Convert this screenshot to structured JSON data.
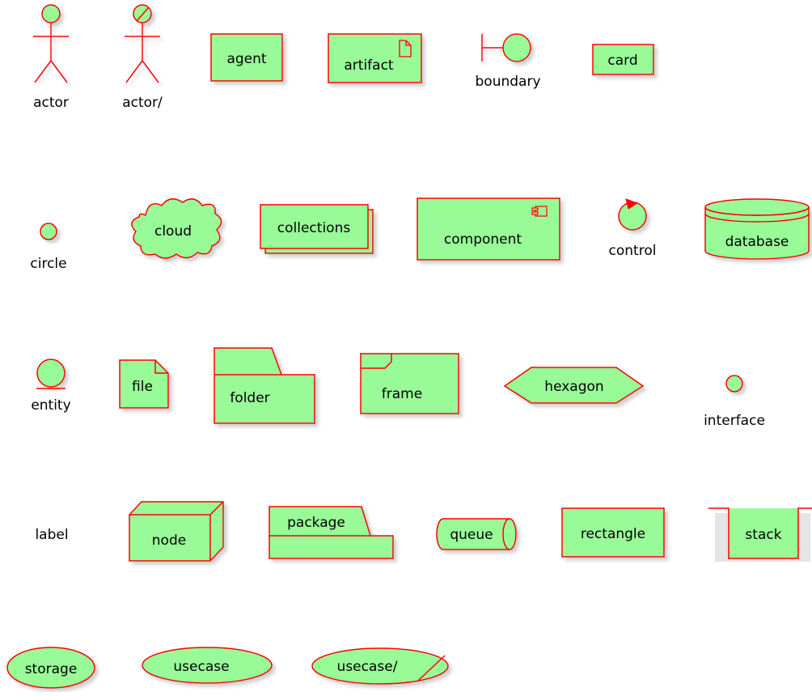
{
  "colors": {
    "fill": "#98fb98",
    "stroke": "#ff0000",
    "text": "#000000",
    "shadow": "#c8c8c8",
    "background": "#ffffff"
  },
  "labels": {
    "actor": "actor",
    "actor_business": "actor/",
    "agent": "agent",
    "artifact": "artifact",
    "boundary": "boundary",
    "card": "card",
    "circle": "circle",
    "cloud": "cloud",
    "collections": "collections",
    "component": "component",
    "control": "control",
    "database": "database",
    "entity": "entity",
    "file": "file",
    "folder": "folder",
    "frame": "frame",
    "hexagon": "hexagon",
    "interface": "interface",
    "label": "label",
    "node": "node",
    "package": "package",
    "queue": "queue",
    "rectangle": "rectangle",
    "stack": "stack",
    "storage": "storage",
    "usecase": "usecase",
    "usecase_business": "usecase/"
  }
}
